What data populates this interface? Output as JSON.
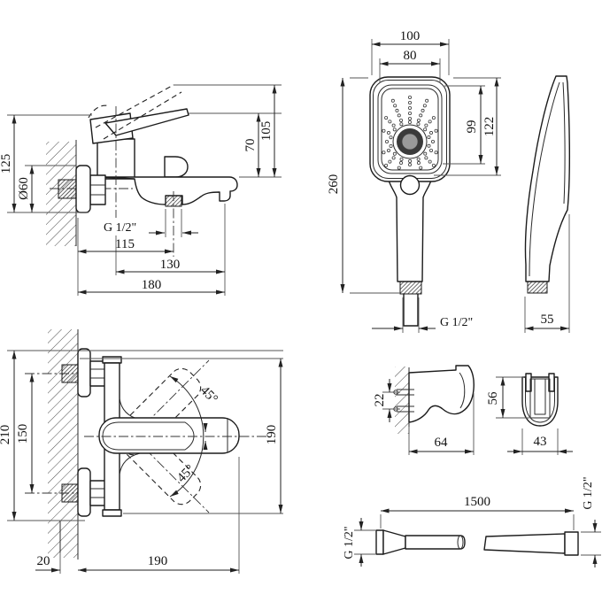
{
  "page": {
    "background": "#ffffff",
    "line_color": "#1a1a1a"
  },
  "views": {
    "mixer_side": {
      "label": "bath mixer side view",
      "dims": {
        "wall_height": "125",
        "escutcheon_diameter": "Ø60",
        "lever_height": "70",
        "lever_raised_height": "105",
        "outlet_thread": "G 1/2\"",
        "depth_to_outlet": "115",
        "center_to_spout": "130",
        "total_depth": "180"
      }
    },
    "hand_shower_front": {
      "label": "hand shower front view",
      "dims": {
        "head_width": "100",
        "face_width": "80",
        "face_height": "99",
        "head_height": "122",
        "total_length": "260",
        "inlet_thread": "G 1/2\""
      }
    },
    "hand_shower_side": {
      "label": "hand shower side view",
      "dims": {
        "depth": "55"
      }
    },
    "mixer_front": {
      "label": "bath mixer front view",
      "dims": {
        "overall_height": "210",
        "inlet_spacing": "150",
        "handle_swing_up": "45°",
        "handle_swing_down": "45°",
        "handle_span": "190",
        "wall_thickness": "20",
        "handle_length": "190"
      }
    },
    "bracket_side": {
      "label": "shower bracket side view",
      "dims": {
        "screw_spacing": "22",
        "depth": "64"
      }
    },
    "bracket_front": {
      "label": "shower bracket front view",
      "dims": {
        "height": "56",
        "width": "43"
      }
    },
    "hose": {
      "label": "shower hose",
      "dims": {
        "length": "1500",
        "thread_left": "G 1/2\"",
        "thread_right": "G 1/2\""
      }
    }
  }
}
